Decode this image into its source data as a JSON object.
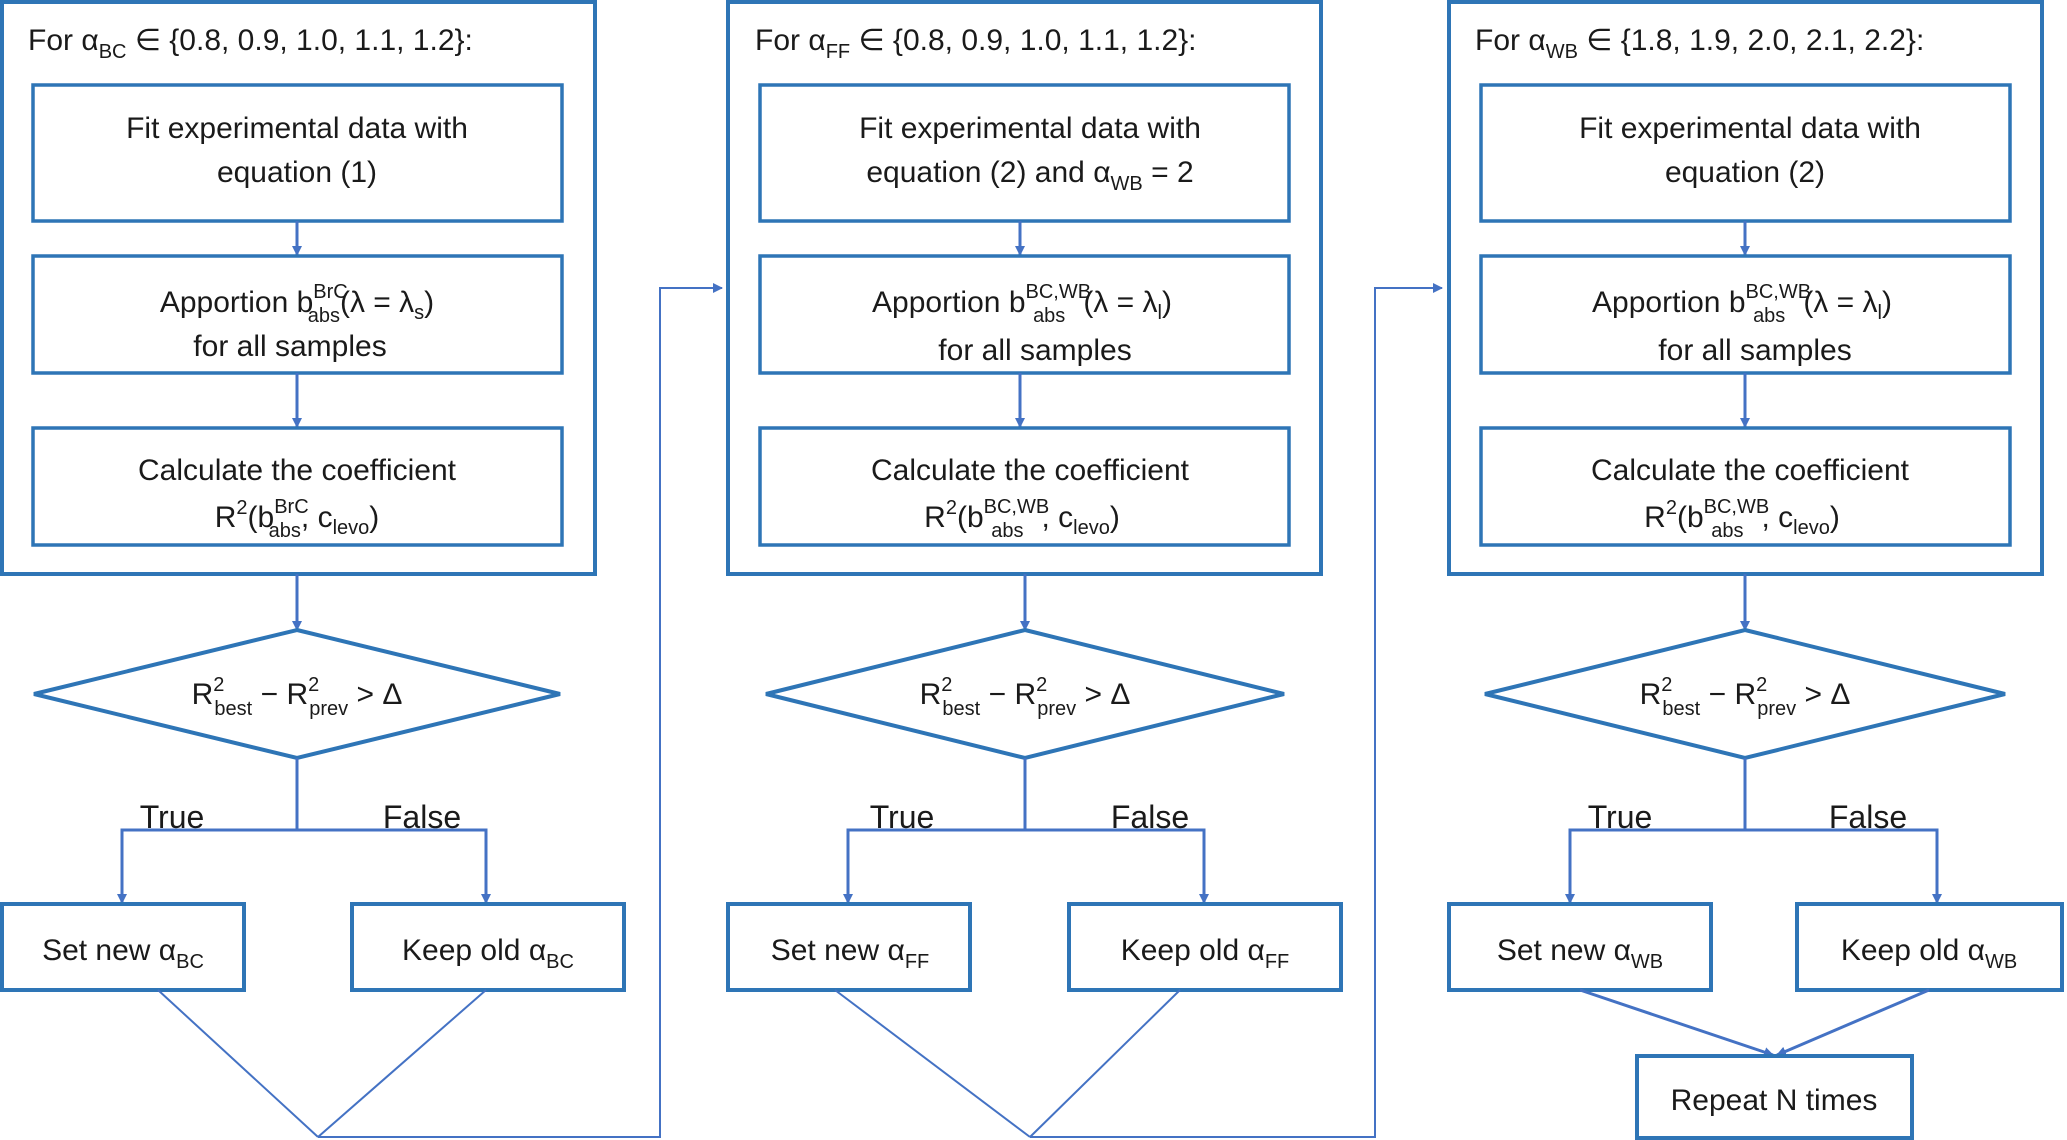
{
  "colors": {
    "box_border": "#2e75b6",
    "arrow": "#4472c4",
    "text": "#1a1a1a"
  },
  "columns": [
    {
      "loop_prefix": "For ",
      "alpha_sym": "α",
      "alpha_sub": "BC",
      "loop_set": " ∈ {0.8, 0.9, 1.0, 1.1, 1.2}:",
      "step1_line1": "Fit experimental data with",
      "step1_line2": "equation (1)",
      "step2_prefix": "Apportion ",
      "step2_sup": "BrC",
      "step2_args": "(λ = λ",
      "step2_arg_sub": "s",
      "step2_close": ")",
      "step2_line2": "for all samples",
      "step3_line1": "Calculate the coefficient",
      "step3_sup": "BrC",
      "set_label": "Set new ",
      "keep_label": "Keep old "
    },
    {
      "loop_prefix": "For ",
      "alpha_sym": "α",
      "alpha_sub": "FF",
      "loop_set": " ∈ {0.8, 0.9, 1.0, 1.1, 1.2}:",
      "step1_line1": "Fit experimental data with",
      "step1_line2": "equation (2) and ",
      "step1_alpha_sub": "WB",
      "step1_eq": " = 2",
      "step2_prefix": "Apportion ",
      "step2_sup": "BC,WB",
      "step2_args": "(λ = λ",
      "step2_arg_sub": "l",
      "step2_close": ")",
      "step2_line2": "for all samples",
      "step3_line1": "Calculate the coefficient",
      "step3_sup": "BC,WB",
      "set_label": "Set new ",
      "keep_label": "Keep old "
    },
    {
      "loop_prefix": "For ",
      "alpha_sym": "α",
      "alpha_sub": "WB",
      "loop_set": " ∈ {1.8, 1.9, 2.0, 2.1, 2.2}:",
      "step1_line1": "Fit experimental data with",
      "step1_line2": "equation (2)",
      "step2_prefix": "Apportion ",
      "step2_sup": "BC,WB",
      "step2_args": "(λ = λ",
      "step2_arg_sub": "l",
      "step2_close": ")",
      "step2_line2": "for all samples",
      "step3_line1": "Calculate the coefficient",
      "step3_sup": "BC,WB",
      "set_label": "Set new ",
      "keep_label": "Keep old "
    }
  ],
  "math": {
    "b": "b",
    "abs": "abs",
    "R": "R",
    "sq": "2",
    "c": "c",
    "levo": "levo",
    "open": "(",
    "comma": ", ",
    "close": ")",
    "best": "best",
    "prev": "prev",
    "minus": " − ",
    "gt": " > Δ"
  },
  "branch": {
    "true_label": "True",
    "false_label": "False"
  },
  "repeat_label": "Repeat N times"
}
